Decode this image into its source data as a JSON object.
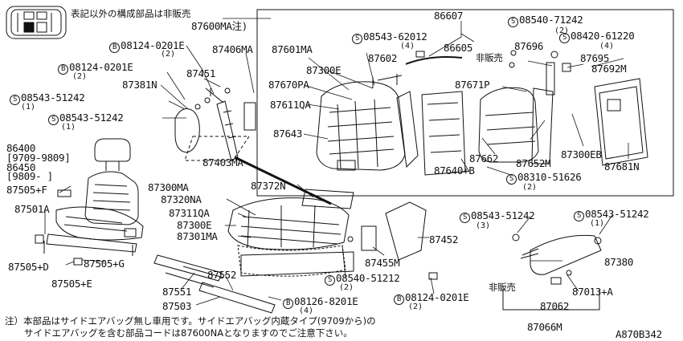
{
  "header_note": "表記以外の構成部品は非販売",
  "parts": {
    "p87600MA": "87600MA注)",
    "p86607": "86607",
    "s71242": "08540-71242",
    "s71242_q": "(2)",
    "s62012": "08543-62012",
    "s62012_q": "(4)",
    "p86605": "86605",
    "hihanbai1": "非販売",
    "p87696": "87696",
    "s61220": "08420-61220",
    "s61220_q": "(4)",
    "p87695": "87695",
    "p87692M": "87692M",
    "b0201e_a": "08124-0201E",
    "b0201e_a_q": "(2)",
    "p87406MA": "87406MA",
    "p87601MA": "87601MA",
    "p87602": "87602",
    "b0201e_b": "08124-0201E",
    "b0201e_b_q": "(2)",
    "p87451": "87451",
    "p87300E_a": "87300E",
    "p87381N": "87381N",
    "p87670PA": "87670PA",
    "p87671P": "87671P",
    "s51242_a": "08543-51242",
    "s51242_a_q": "(1)",
    "p87611QA": "87611QA",
    "s51242_b": "08543-51242",
    "s51242_b_q": "(1)",
    "p87643": "87643",
    "p86400": "86400",
    "p9709_9809": "[9709-9809]",
    "p86450": "86450",
    "p9809": "[9809-     ]",
    "p87403MA": "87403MA",
    "p87662": "87662",
    "p87652M": "87652M",
    "p87300EB": "87300EB",
    "p87681N": "87681N",
    "p87640B": "87640+B",
    "s51626": "08310-51626",
    "s51626_q": "(2)",
    "p87505F": "87505+F",
    "p87300MA": "87300MA",
    "p87372N": "87372N",
    "p87320NA": "87320NA",
    "p87501A": "87501A",
    "p87311QA": "87311QA",
    "p87300E_b": "87300E",
    "p87301MA": "87301MA",
    "s51242_c": "08543-51242",
    "s51242_c_q": "(3)",
    "s51242_d": "08543-51242",
    "s51242_d_q": "(1)",
    "p87452": "87452",
    "p87505D": "87505+D",
    "p87505G": "87505+G",
    "p87455M": "87455M",
    "p87380": "87380",
    "p87505E": "87505+E",
    "p87551": "87551",
    "p87552": "87552",
    "s51212": "08540-51212",
    "s51212_q": "(2)",
    "hihanbai2": "非販売",
    "p87013A": "87013+A",
    "p87503": "87503",
    "b8201e": "08126-8201E",
    "b8201e_q": "(4)",
    "b0201e_c": "08124-0201E",
    "b0201e_c_q": "(2)",
    "p87062": "87062",
    "p87066M": "87066M",
    "circle_s": "S",
    "circle_b": "B"
  },
  "footnote_line1": "注）本部品はサイドエアバッグ無し車用です。サイドエアバッグ内蔵タイプ(9709から)の",
  "footnote_line2": "サイドエアバッグを含む部品コードは87600NAとなりますのでご注意下さい。",
  "diagram_code": "A870B342"
}
